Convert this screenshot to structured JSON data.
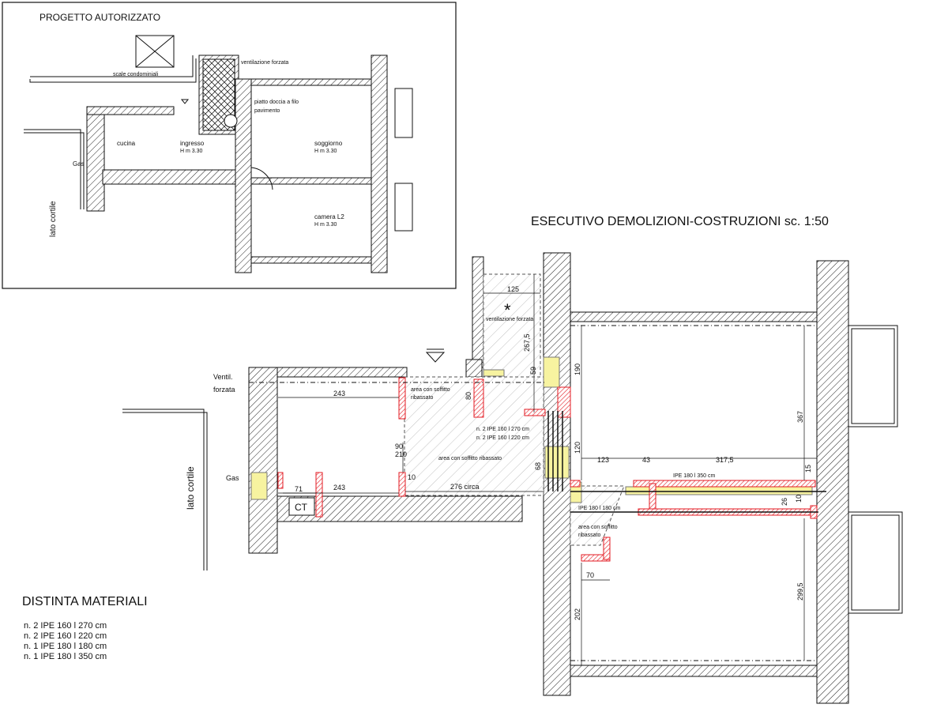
{
  "inset": {
    "title": "PROGETTO AUTORIZZATO",
    "labels": {
      "scale": "scale condominiali",
      "vent": "ventilazione forzata",
      "shower": "piatto doccia a filo",
      "shower2": "pavimento",
      "cucina": "cucina",
      "ingresso": "ingresso",
      "ingresso_h": "H m 3.30",
      "soggiorno": "soggiorno",
      "soggiorno_h": "H m 3.30",
      "camera": "camera L2",
      "camera_h": "H m 3.30",
      "gas": "Gas",
      "cortile": "lato cortile"
    }
  },
  "main": {
    "title": "ESECUTIVO DEMOLIZIONI-COSTRUZIONI  sc. 1:50",
    "labels": {
      "ventil": "Ventil.",
      "forzata": "forzata",
      "gas": "Gas",
      "cortile": "lato cortile",
      "ct": "CT",
      "asterisk": "*",
      "vent_forzata": "ventilazione forzata",
      "soffitto1a": "area con soffitto",
      "soffitto1b": "ribassato",
      "soffitto2": "area con soffitto ribassato",
      "soffitto3a": "area con soffitto",
      "soffitto3b": "ribassato",
      "ipe_270": "n. 2 IPE 160 l 270 cm",
      "ipe_220": "n. 2 IPE 160 l 220 cm",
      "ipe_350": "IPE 180 l 350 cm",
      "ipe_180": "IPE 180 l 180 cm"
    },
    "dims": {
      "d125": "125",
      "d2675": "267,5",
      "d59": "59",
      "d80": "80",
      "d243a": "243",
      "d243b": "243",
      "d71": "71",
      "d90": "90",
      "d210": "210",
      "d10": "10",
      "d276": "276 circa",
      "d68": "68",
      "d190": "190",
      "d120": "120",
      "d123": "123",
      "d43": "43",
      "d3175": "317,5",
      "d367": "367",
      "d15": "15",
      "d26": "26",
      "d10b": "10",
      "d70": "70",
      "d202": "202",
      "d2995": "299,5"
    }
  },
  "materials": {
    "title": "DISTINTA MATERIALI",
    "items": [
      "n. 2 IPE 160 l 270 cm",
      "n. 2 IPE 160 l 220 cm",
      "n. 1 IPE 180 l 180 cm",
      "n. 1 IPE 180 l 350 cm"
    ]
  },
  "colors": {
    "yellow": "#f7f3a0",
    "red": "#e31b23",
    "hatch": "#333333"
  }
}
